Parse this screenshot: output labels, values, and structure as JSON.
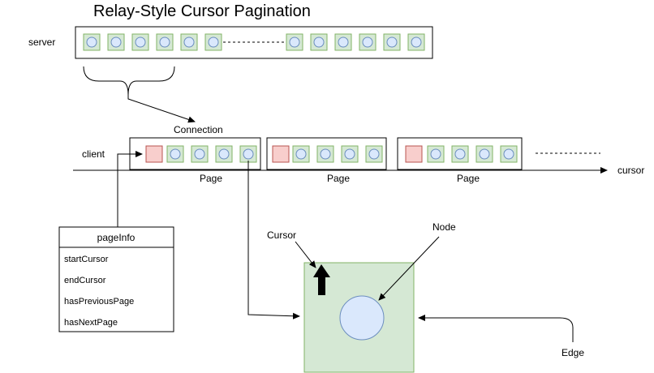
{
  "title": "Relay-Style Cursor Pagination",
  "labels": {
    "server": "server",
    "client": "client",
    "connection": "Connection",
    "cursor_axis": "cursor",
    "cursor": "Cursor",
    "node": "Node",
    "edge": "Edge"
  },
  "pages": [
    {
      "label": "Page"
    },
    {
      "label": "Page"
    },
    {
      "label": "Page"
    }
  ],
  "page_info": {
    "title": "pageInfo",
    "fields": [
      "startCursor",
      "endCursor",
      "hasPreviousPage",
      "hasNextPage"
    ]
  },
  "colors": {
    "node_fill": "#dae8fc",
    "node_stroke": "#6c8ebf",
    "edge_fill": "#d5e8d4",
    "edge_stroke": "#82b366",
    "page_info_cell_fill": "#f8cecc",
    "page_info_cell_stroke": "#b85450",
    "line": "#000000"
  }
}
